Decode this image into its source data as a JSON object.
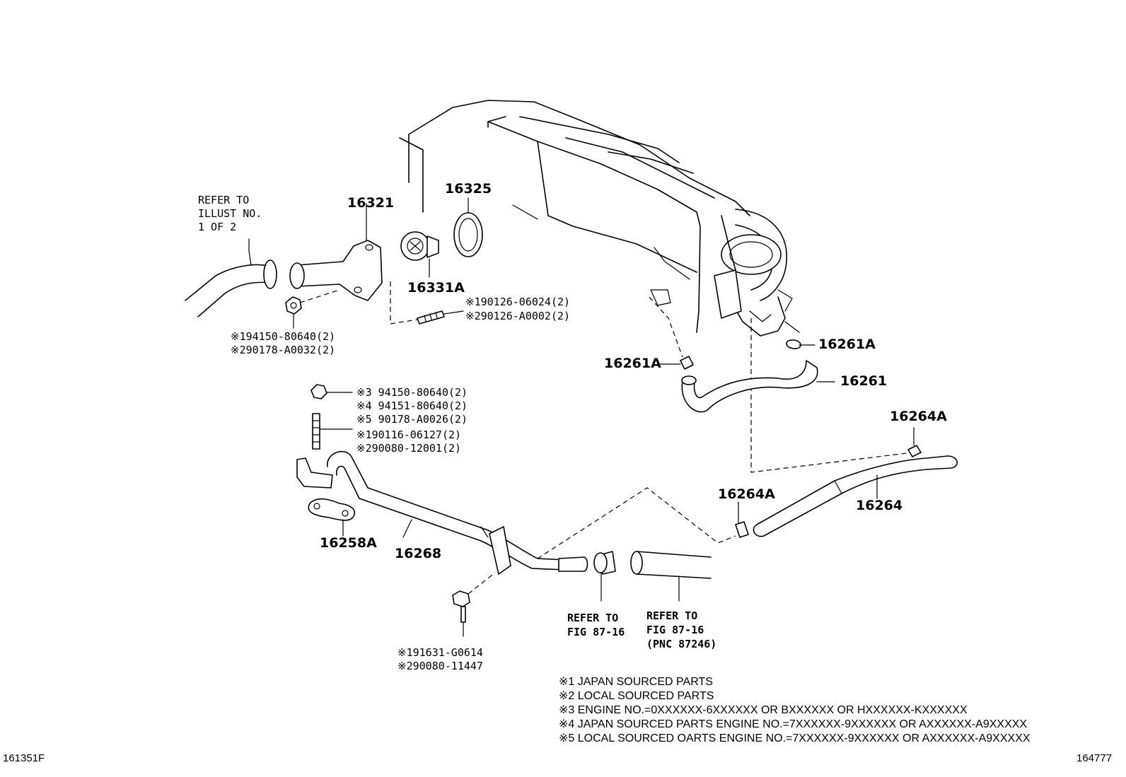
{
  "callouts": {
    "refer_illust": [
      "REFER TO",
      "ILLUST NO.",
      "1 OF 2"
    ],
    "p16321": "16321",
    "p16325": "16325",
    "p16331A": "16331A",
    "stud_a": [
      "※190126-06024(2)",
      "※290126-A0002(2)"
    ],
    "nut_a": [
      "※194150-80640(2)",
      "※290178-A0032(2)"
    ],
    "p16261A_right": "16261A",
    "p16261A_left": "16261A",
    "p16261": "16261",
    "nut_b": [
      "※3 94150-80640(2)",
      "※4 94151-80640(2)",
      "※5 90178-A0026(2)"
    ],
    "stud_b": [
      "※190116-06127(2)",
      "※290080-12001(2)"
    ],
    "p16264A_top": "16264A",
    "p16264A_mid": "16264A",
    "p16264": "16264",
    "p16258A": "16258A",
    "p16268": "16268",
    "bolt": [
      "※191631-G0614",
      "※290080-11447"
    ],
    "refer_fig_a": [
      "REFER TO",
      "FIG 87-16"
    ],
    "refer_fig_b": [
      "REFER TO",
      "FIG 87-16",
      "(PNC 87246)"
    ]
  },
  "notes": [
    "※1 JAPAN SOURCED PARTS",
    "※2 LOCAL SOURCED PARTS",
    "※3 ENGINE NO.=0XXXXXX-6XXXXXX OR BXXXXXX OR HXXXXXX-KXXXXXX",
    "※4 JAPAN SOURCED PARTS ENGINE NO.=7XXXXXX-9XXXXXX OR AXXXXXX-A9XXXXX",
    "※5 LOCAL SOURCED OARTS ENGINE NO.=7XXXXXX-9XXXXXX OR AXXXXXX-A9XXXXX"
  ],
  "figure_codes": {
    "left": "161351F",
    "right": "164777"
  }
}
